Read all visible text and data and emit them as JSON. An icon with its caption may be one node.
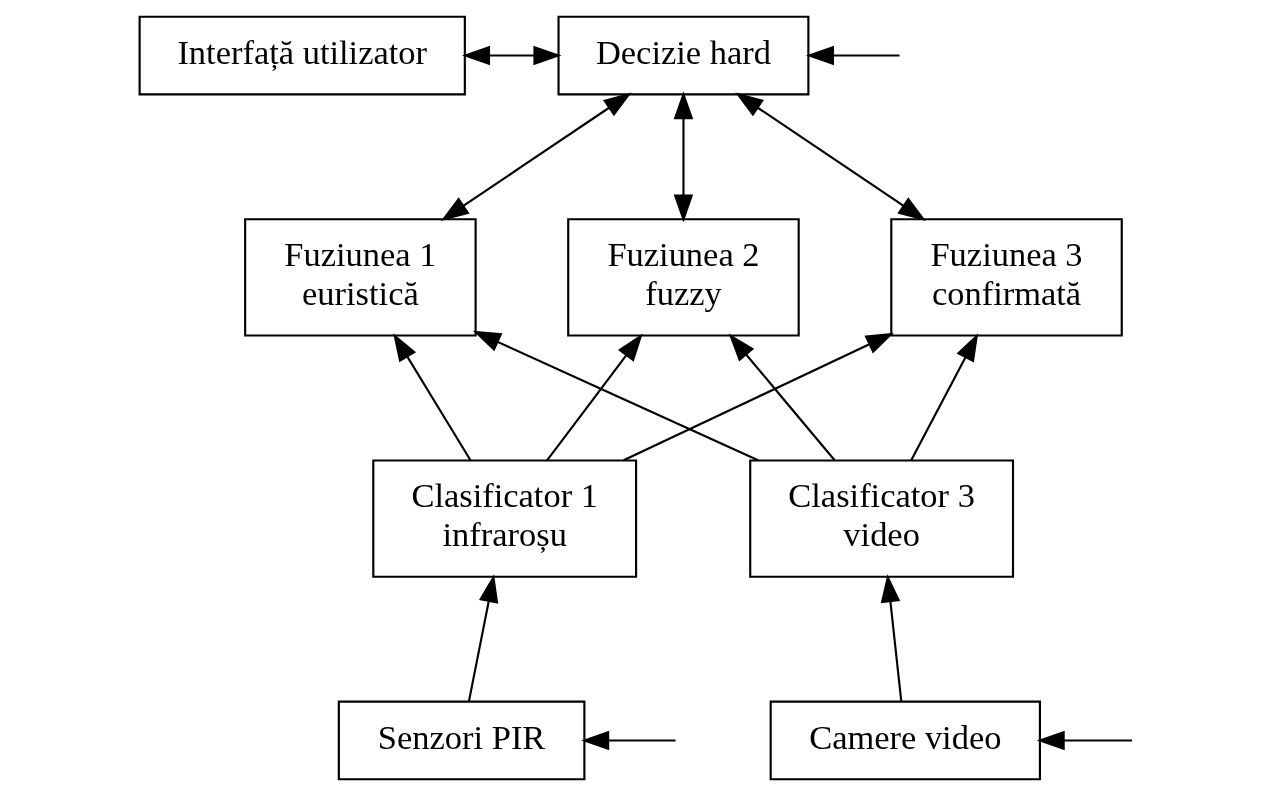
{
  "diagram": {
    "nodes": [
      {
        "text": [
          "Interfață utilizator"
        ]
      },
      {
        "text": [
          "Decizie hard"
        ]
      },
      {
        "text": [
          "Fuziunea 1",
          "euristică"
        ]
      },
      {
        "text": [
          "Fuziunea 2",
          "fuzzy"
        ]
      },
      {
        "text": [
          "Fuziunea 3",
          "confirmată"
        ]
      },
      {
        "text": [
          "Clasificator 1",
          "infraroșu"
        ]
      },
      {
        "text": [
          "Clasificator 3",
          "video"
        ]
      },
      {
        "text": [
          "Senzori PIR"
        ]
      },
      {
        "text": [
          "Camere video"
        ]
      }
    ],
    "edges": [
      {
        "from": 0,
        "to": 1,
        "arrow": "both"
      },
      {
        "from": null,
        "to": 1,
        "arrow": "to"
      },
      {
        "from": 2,
        "to": 1,
        "arrow": "both"
      },
      {
        "from": 3,
        "to": 1,
        "arrow": "both"
      },
      {
        "from": 4,
        "to": 1,
        "arrow": "both"
      },
      {
        "from": 5,
        "to": 2,
        "arrow": "to"
      },
      {
        "from": 5,
        "to": 3,
        "arrow": "to"
      },
      {
        "from": 5,
        "to": 4,
        "arrow": "to"
      },
      {
        "from": 6,
        "to": 2,
        "arrow": "to"
      },
      {
        "from": 6,
        "to": 3,
        "arrow": "to"
      },
      {
        "from": 6,
        "to": 4,
        "arrow": "to"
      },
      {
        "from": 7,
        "to": 5,
        "arrow": "to"
      },
      {
        "from": 8,
        "to": 6,
        "arrow": "to"
      },
      {
        "from": null,
        "to": 7,
        "arrow": "to"
      },
      {
        "from": null,
        "to": 8,
        "arrow": "to"
      }
    ]
  }
}
